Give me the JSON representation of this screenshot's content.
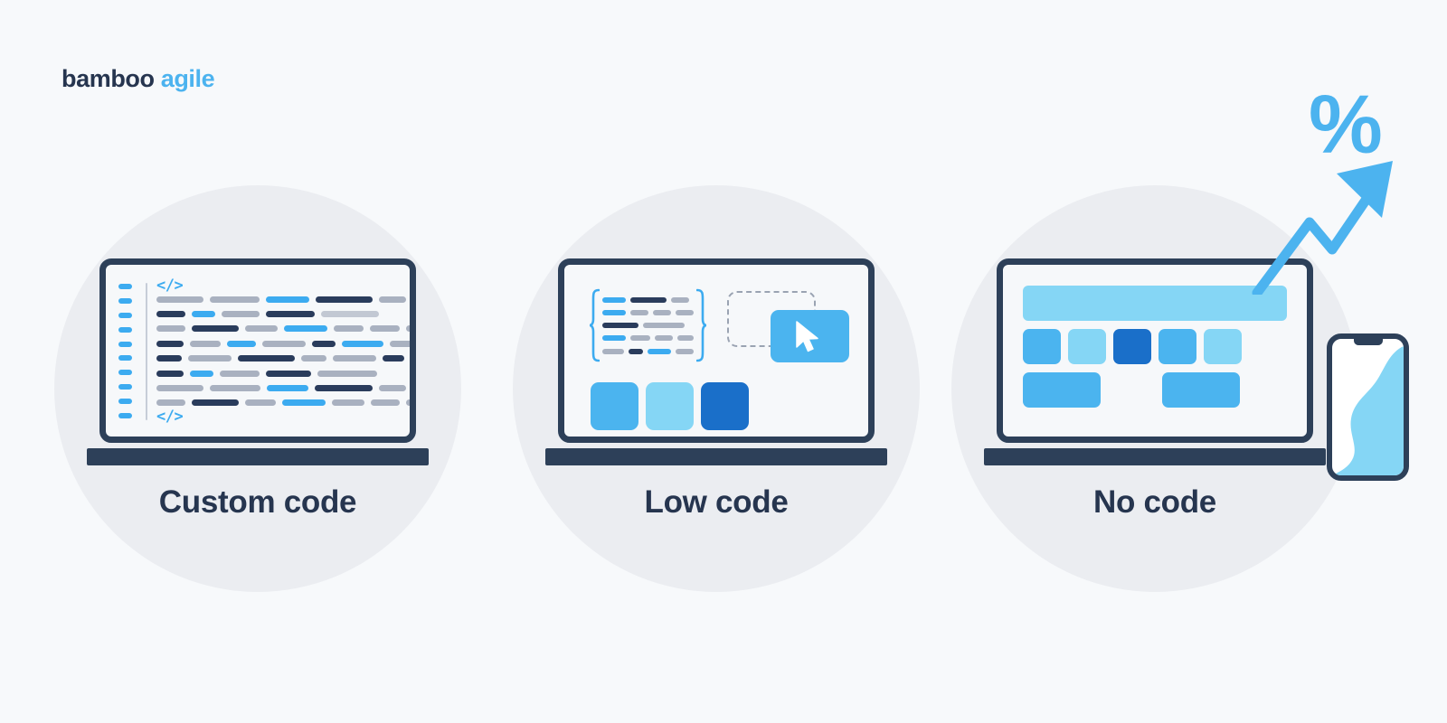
{
  "logo": {
    "primary": "bamboo",
    "secondary": "agile",
    "primary_color": "#26354f",
    "secondary_color": "#4cb3ef"
  },
  "theme": {
    "background": "#f7f9fb",
    "circle": "#ebedf1",
    "navy": "#2d4059",
    "blue": "#3cabf0",
    "blue_medium": "#4bb4ef",
    "blue_light": "#85d6f5",
    "blue_dark": "#1a6fc9",
    "gray": "#a9b1c0",
    "gray_light": "#c2c8d3",
    "text": "#26354f"
  },
  "panels": [
    {
      "id": "custom-code",
      "caption": "Custom code",
      "illustration": "laptop-code-editor",
      "editor": {
        "open_tag": "</>",
        "close_tag": "</>",
        "gutter_dash_count": 10,
        "rows": [
          [
            {
              "w": 52,
              "c": "gray"
            },
            {
              "w": 55,
              "c": "gray"
            },
            {
              "w": 48,
              "c": "blue"
            },
            {
              "w": 63,
              "c": "navy"
            },
            {
              "w": 30,
              "c": "gray"
            }
          ],
          [
            {
              "w": 32,
              "c": "navy"
            },
            {
              "w": 26,
              "c": "blue"
            },
            {
              "w": 42,
              "c": "gray"
            },
            {
              "w": 54,
              "c": "navy"
            },
            {
              "w": 64,
              "c": "gray2"
            }
          ],
          [
            {
              "w": 32,
              "c": "gray"
            },
            {
              "w": 52,
              "c": "navy"
            },
            {
              "w": 36,
              "c": "gray"
            },
            {
              "w": 48,
              "c": "blue"
            },
            {
              "w": 33,
              "c": "gray"
            },
            {
              "w": 33,
              "c": "gray"
            },
            {
              "w": 28,
              "c": "gray"
            }
          ],
          [
            {
              "w": 30,
              "c": "navy"
            },
            {
              "w": 34,
              "c": "gray"
            },
            {
              "w": 32,
              "c": "blue"
            },
            {
              "w": 48,
              "c": "gray"
            },
            {
              "w": 26,
              "c": "navy"
            },
            {
              "w": 46,
              "c": "blue"
            },
            {
              "w": 40,
              "c": "gray"
            }
          ],
          [
            {
              "w": 28,
              "c": "navy"
            },
            {
              "w": 48,
              "c": "gray"
            },
            {
              "w": 63,
              "c": "navy"
            },
            {
              "w": 28,
              "c": "gray"
            },
            {
              "w": 48,
              "c": "gray"
            },
            {
              "w": 24,
              "c": "navy"
            }
          ],
          [
            {
              "w": 30,
              "c": "navy"
            },
            {
              "w": 26,
              "c": "blue"
            },
            {
              "w": 44,
              "c": "gray"
            },
            {
              "w": 50,
              "c": "navy"
            },
            {
              "w": 66,
              "c": "gray"
            }
          ],
          [
            {
              "w": 52,
              "c": "gray"
            },
            {
              "w": 56,
              "c": "gray"
            },
            {
              "w": 46,
              "c": "blue"
            },
            {
              "w": 64,
              "c": "navy"
            },
            {
              "w": 30,
              "c": "gray"
            }
          ],
          [
            {
              "w": 32,
              "c": "gray"
            },
            {
              "w": 52,
              "c": "navy"
            },
            {
              "w": 34,
              "c": "gray"
            },
            {
              "w": 48,
              "c": "blue"
            },
            {
              "w": 36,
              "c": "gray"
            },
            {
              "w": 32,
              "c": "gray"
            },
            {
              "w": 26,
              "c": "gray"
            }
          ]
        ]
      }
    },
    {
      "id": "low-code",
      "caption": "Low code",
      "illustration": "laptop-drag-drop",
      "brace_rows": [
        [
          {
            "w": 26,
            "c": "blue"
          },
          {
            "w": 40,
            "c": "navy"
          },
          {
            "w": 20,
            "c": "gray"
          }
        ],
        [
          {
            "w": 26,
            "c": "blue"
          },
          {
            "w": 20,
            "c": "gray"
          },
          {
            "w": 20,
            "c": "gray"
          },
          {
            "w": 20,
            "c": "gray"
          }
        ],
        [
          {
            "w": 40,
            "c": "navy"
          },
          {
            "w": 46,
            "c": "gray"
          }
        ],
        [
          {
            "w": 26,
            "c": "blue"
          },
          {
            "w": 22,
            "c": "gray"
          },
          {
            "w": 20,
            "c": "gray"
          },
          {
            "w": 18,
            "c": "gray"
          }
        ],
        [
          {
            "w": 24,
            "c": "gray"
          },
          {
            "w": 16,
            "c": "navy"
          },
          {
            "w": 26,
            "c": "blue"
          },
          {
            "w": 20,
            "c": "gray"
          }
        ]
      ],
      "dropzone_label": "drop-zone",
      "drag_card_label": "draggable-component",
      "cursor_label": "cursor-arrow",
      "tray_blocks": [
        "#4bb4ef",
        "#85d6f5",
        "#1a6fc9"
      ]
    },
    {
      "id": "no-code",
      "caption": "No code",
      "illustration": "laptop-visual-builder",
      "builder": {
        "banner_color": "#85d6f5",
        "row1": [
          {
            "w": 42,
            "c": "#4bb4ef"
          },
          {
            "w": 42,
            "c": "#85d6f5"
          },
          {
            "w": 42,
            "c": "#1a6fc9"
          },
          {
            "w": 42,
            "c": "#4bb4ef"
          },
          {
            "w": 42,
            "c": "#85d6f5"
          }
        ],
        "row2": [
          {
            "w": 86,
            "c": "#4bb4ef"
          },
          {
            "w": 52,
            "c": "transparent"
          },
          {
            "w": 86,
            "c": "#4bb4ef"
          }
        ]
      },
      "phone_label": "mobile-device",
      "growth_arrow_label": "growth-arrow",
      "percent_symbol": "%"
    }
  ]
}
